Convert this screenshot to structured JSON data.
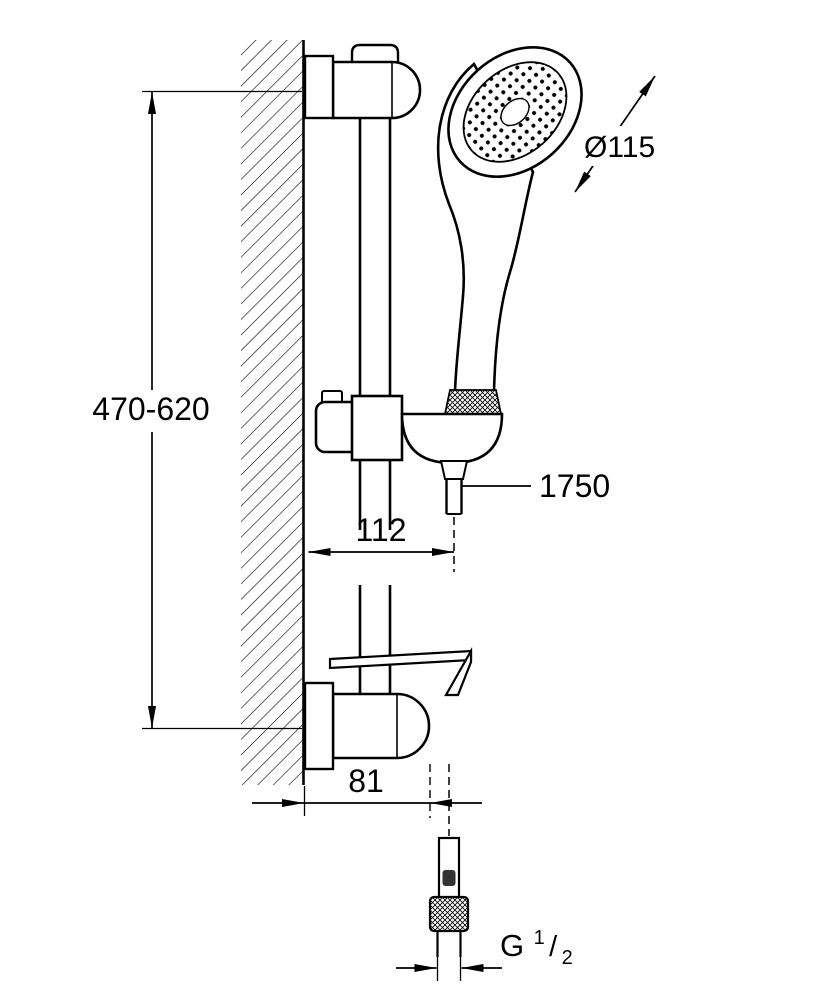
{
  "labels": {
    "height_range": "470-620",
    "head_diameter": "Ø115",
    "hose_length": "1750",
    "upper_offset": "112",
    "lower_offset": "81",
    "thread_prefix": "G",
    "thread_numerator": "1",
    "thread_slash": "/",
    "thread_denominator": "2"
  },
  "colors": {
    "line_color": "#000000",
    "background": "#ffffff"
  }
}
